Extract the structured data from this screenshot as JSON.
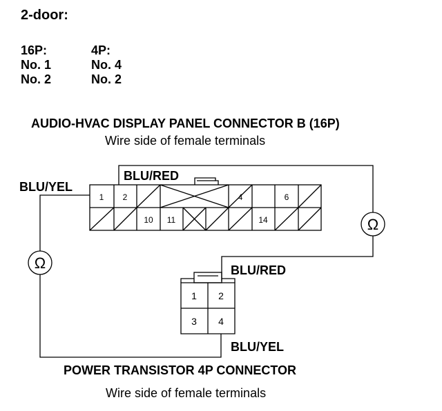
{
  "heading": "2-door:",
  "pin_table": {
    "col1_header": "16P:",
    "col2_header": "4P:",
    "rows": [
      {
        "p16": "No. 1",
        "p4": "No. 4"
      },
      {
        "p16": "No. 2",
        "p4": "No. 2"
      }
    ]
  },
  "connector_b": {
    "title": "AUDIO-HVAC DISPLAY PANEL CONNECTOR B (16P)",
    "subtitle": "Wire side of female terminals",
    "terminals": [
      "1",
      "2",
      "4",
      "6",
      "10",
      "11",
      "14"
    ]
  },
  "connector_4p": {
    "title": "POWER TRANSISTOR 4P CONNECTOR",
    "subtitle": "Wire side of female terminals",
    "terminals": [
      "1",
      "2",
      "3",
      "4"
    ]
  },
  "wires": {
    "left_top": "BLU/YEL",
    "top_center": "BLU/RED",
    "right_mid": "BLU/RED",
    "bottom": "BLU/YEL"
  },
  "meter_symbol": "Ω"
}
